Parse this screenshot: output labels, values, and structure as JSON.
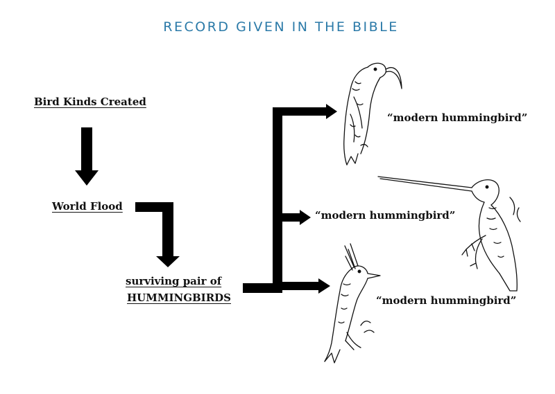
{
  "title": "RECORD GIVEN IN THE BIBLE",
  "nodes": {
    "created": "Bird Kinds Created",
    "flood": "World Flood",
    "pair_line1": "surviving pair of",
    "pair_line2": "HUMMINGBIRDS"
  },
  "descendants": [
    {
      "label": "“modern hummingbird”",
      "image": "sicklebill-hummingbird-drawing"
    },
    {
      "label": "“modern hummingbird”",
      "image": "swordbill-hummingbird-drawing"
    },
    {
      "label": "“modern hummingbird”",
      "image": "crested-hummingbird-drawing"
    }
  ],
  "colors": {
    "title": "#2b7aa8",
    "arrows": "#000000",
    "text": "#111111"
  }
}
